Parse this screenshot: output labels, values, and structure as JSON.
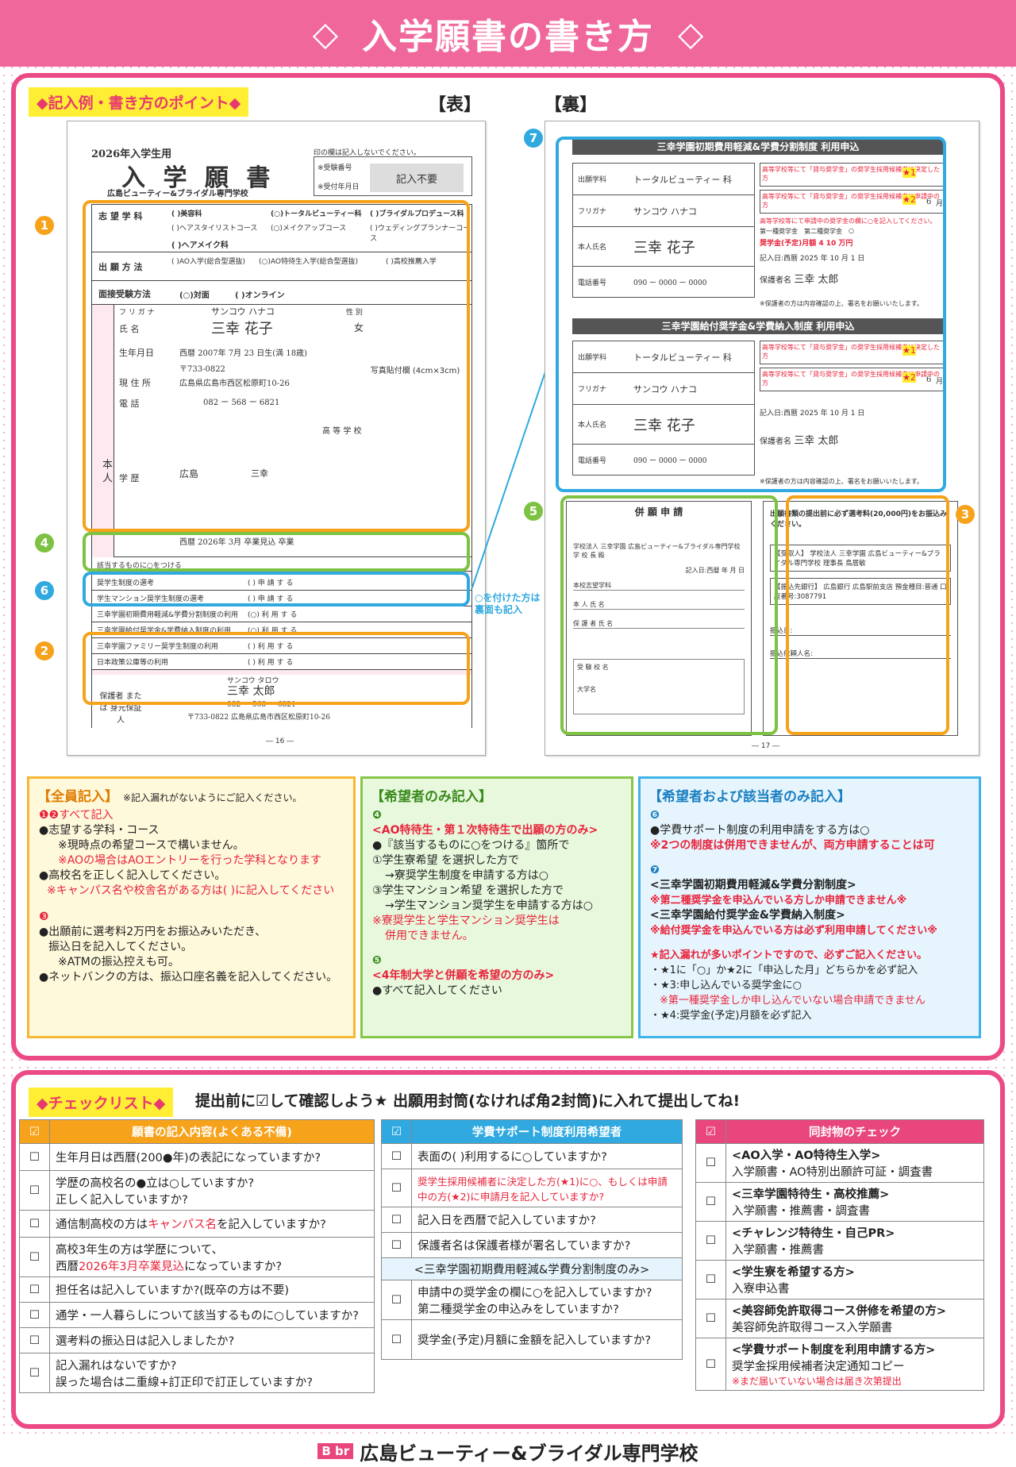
{
  "header": {
    "title": "入学願書の書き方",
    "left_mark": "◇",
    "right_mark": "◇"
  },
  "section1": {
    "tag": "◆記入例・書き方のポイント◆",
    "front_label": "【表】",
    "back_label": "【裏】"
  },
  "front_form": {
    "year_title": "2026年入学生用",
    "title": "入 学 願 書",
    "school": "広島ビューティー&ブライダル専門学校",
    "note_top": "印の欄は記入しないでください。",
    "exam_no": "※受験番号",
    "form_date": "※受付年月日",
    "no_need": "記入不要",
    "dept_label": "志 望 学 科",
    "dept1": "( )美容科",
    "dept2": "(○)トータルビューティー科",
    "dept3": "( )ブライダルプロデュース科",
    "course_a": "( )ヘアスタイリストコース",
    "course_b": "(○)メイクアップコース",
    "course_c": "( )ウェディングプランナーコース",
    "course_d": "( )ヘアメイク科",
    "apply_label": "出 願 方 法",
    "apply1": "( )AO入学(総合型選抜)",
    "apply2": "(○)AO特待生入学(総合型選抜)",
    "apply3": "( )高校推薦入学",
    "interview_label": "面接受験方法",
    "interview1": "(○)対面",
    "interview2": "( )オンライン",
    "kana_label": "フ リ ガ ナ",
    "kana": "サンコウ ハナコ",
    "gender_label": "性 別",
    "name_label": "氏 名",
    "name": "三幸 花子",
    "gender": "女",
    "birth_label": "生年月日",
    "birth": "西暦 2007年 7月 23 日生(満 18歳)",
    "addr_label": "現 住 所",
    "zip": "〒733-0822",
    "addr": "広島県広島市西区松原町10-26",
    "phone_label": "電 話",
    "phone": "082 ー 568 ー 6821",
    "photo": "写真貼付欄 (4cm×3cm)",
    "self_label": "本 人",
    "edu_label": "学 歴",
    "edu_pref": "広島",
    "edu_school": "三幸",
    "edu_type": "高 等 学 校",
    "grad": "西暦 2026年 3月 卒業見込 卒業",
    "select_row": "該当するものに○をつける",
    "s1": "奨学生制度の選考",
    "s1v": "( ) 申 請 す る",
    "s2": "学生マンション奨学生制度の選考",
    "s2v": "( ) 申 請 す る",
    "s3": "三幸学園初期費用軽減&学費分割制度の利用",
    "s3v": "(○) 利 用 す る",
    "s4": "三幸学園給付奨学金&学費納入制度の利用",
    "s4v": "(○) 利 用 す る",
    "s5": "三幸学園ファミリー奨学生制度の利用",
    "s5v": "( ) 利 用 す る",
    "s6": "日本政策公庫等の利用",
    "s6v": "( ) 利 用 す る",
    "g_label": "保護者 または 身元保証人",
    "g_name": "三幸 太郎",
    "g_kana": "サンコウ タロウ",
    "g_phone": "082 ー 568 ー 6821",
    "g_addr": "〒733-0822 広島県広島市西区松原町10-26",
    "page": "― 16 ―"
  },
  "back_form": {
    "t1": "三幸学園初期費用軽減&学費分割制度 利用申込",
    "dept_label": "出願学科",
    "dept": "トータルビューティー 科",
    "kana_label": "フリガナ",
    "kana": "サンコウ ハナコ",
    "name_label": "本人氏名",
    "name": "三幸 花子",
    "phone_label": "電話番号",
    "phone": "090 ー 0000 ー 0000",
    "scholar1": "高等学校等にて「貸与奨学金」の奨学生採用候補者に決定した方",
    "scholar2": "高等学校等にて「貸与奨学金」の奨学生採用候補者に申請中の方",
    "scholar3": "高等学校等にて申請中の奨学金の欄に○を記入してください。",
    "type1": "第一種奨学金",
    "type2": "第二種奨学金",
    "loan_amount": "奨学金(予定)月額 4 10 万円",
    "date": "記入日:西暦 2025 年 10 月 1 日",
    "g_label": "保護者名",
    "g_name": "三幸 太郎",
    "t2": "三幸学園給付奨学金&学費納入制度 利用申込",
    "note": "※保護者の方は内容確認の上、署名をお願いいたします。",
    "month": "6",
    "unit_month": "月",
    "unit": "科",
    "circle": "○",
    "date2": "記入日:西暦 2025 年 10 月 1 日",
    "heigan_title": "併 願 申 請",
    "heigan_school": "学校法人 三幸学園 広島ビューティー&ブライダル専門学校 学 校 長 殿",
    "heigan_date": "記入日:西暦 年 月 日",
    "heigan_1": "本校志望学科",
    "heigan_2": "本 人 氏 名",
    "heigan_3": "保 護 者 氏 名",
    "heigan_4": "大学名",
    "heigan_5": "受 験 校 名",
    "exam_fee_title": "出願書類の提出前に必ず選考料(20,000円)をお振込みください。",
    "exam_fee_1": "【受取人】 学校法人 三幸学園 広島ビューティー&ブライダル専門学校 理事長 鳥居敏",
    "exam_fee_2": "【振込先銀行】 広島銀行 広島駅前支店 預金種目:普通 口座番号:3087791",
    "exam_fee_3": "振込日:",
    "exam_fee_4": "振込依頼人名:",
    "page": "― 17 ―"
  },
  "callout": "○を付けた方は 裏面も記入",
  "markers": {
    "m1": "1",
    "m2": "2",
    "m3": "3",
    "m4": "4",
    "m5": "5",
    "m6": "6",
    "m7": "7"
  },
  "box1": {
    "head": "【全員記入】",
    "head_note": "※記入漏れがないようにご記入ください。",
    "sub": "❶❷すべて記入",
    "l1": "●志望する学科・コース",
    "l2": "※現時点の希望コースで構いません。",
    "l3": "※AOの場合はAOエントリーを行った学科となります",
    "l4": "●高校名を正しく記入してください。",
    "l5": "※キャンパス名や校舎名がある方は( )に記入してください",
    "n3": "❸",
    "l6": "●出願前に選考料2万円をお振込みいただき、",
    "l7": "振込日を記入してください。",
    "l8": "※ATMの振込控えも可。",
    "l9": "●ネットバンクの方は、振込口座名義を記入してください。"
  },
  "box2": {
    "head": "【希望者のみ記入】",
    "n4": "❹",
    "l1": "<AO特待生・第１次特待生で出願の方のみ>",
    "l2": "●『該当するものに○をつける』箇所で",
    "l3": "①学生寮希望 を選択した方で",
    "l4": "→寮奨学生制度を申請する方は○",
    "l5": "③学生マンション希望 を選択した方で",
    "l6": "→学生マンション奨学生を申請する方は○",
    "l7": "※寮奨学生と学生マンション奨学生は",
    "l8": "併用できません。",
    "n5": "❺",
    "l9": "<4年制大学と併願を希望の方のみ>",
    "l10": "●すべて記入してください"
  },
  "box3": {
    "head": "【希望者および該当者のみ記入】",
    "n6": "❻",
    "l1": "●学費サポート制度の利用申請をする方は○",
    "l2": "※2つの制度は併用できませんが、両方申請することは可",
    "n7": "❼",
    "l3": "<三幸学園初期費用軽減&学費分割制度>",
    "l4": "※第二種奨学金を申込んでいる方しか申請できません※",
    "l5": "<三幸学園給付奨学金&学費納入制度>",
    "l6": "※給付奨学金を申込んでいる方は必ず利用申請してください※",
    "l7": "★記入漏れが多いポイントですので、必ずご記入ください。",
    "l8a": "・★1に「○」か★2に「申込した月」どちらかを必ず記入",
    "l9": "・★3:申し込んでいる奨学金に○",
    "l10": "※第一種奨学金しか申し込んでいない場合申請できません",
    "l11": "・★4:奨学金(予定)月額を必ず記入"
  },
  "section2": {
    "tag": "◆チェックリスト◆",
    "headline": "提出前に☑して確認しよう★ 出願用封筒(なければ角2封筒)に入れて提出してね!"
  },
  "checklist": {
    "box": "☐",
    "check_head": "☑",
    "t1_head": "願書の記入内容(よくある不備)",
    "t1_rows": [
      "生年月日は西暦(200●年)の表記になっていますか?",
      "学歴の高校名の●立は○していますか?",
      "正しく記入していますか?",
      "通信制高校の方は",
      "キャンパス名",
      "を記入していますか?",
      "高校3年生の方は学歴について、",
      "西暦",
      "2026年3月卒業見込",
      "になっていますか?",
      "担任名は記入していますか?(既卒の方は不要)",
      "通学・一人暮らしについて該当するものに○していますか?",
      "選考料の振込日は記入しましたか?",
      "記入漏れはないですか?",
      "誤った場合は二重線+訂正印で訂正していますか?"
    ],
    "t2_head": "学費サポート制度利用希望者",
    "t2_rows": [
      "表面の( )利用するに○していますか?",
      "奨学生採用候補者に決定した方(★1)に○、もしくは申請中の方(★2)に申請月を記入していますか?",
      "記入日を西暦で記入していますか?",
      "保護者名は保護者様が署名していますか?",
      "<三幸学園初期費用軽減&学費分割制度のみ>",
      "申請中の奨学金の欄に○を記入していますか?",
      "第二種奨学金の申込みをしていますか?",
      "奨学金(予定)月額に金額を記入していますか?"
    ],
    "t3_head": "同封物のチェック",
    "t3_rows": [
      [
        "<AO入学・AO特待生入学>",
        "入学願書・AO特別出願許可証・調査書"
      ],
      [
        "<三幸学園特待生・高校推薦>",
        "入学願書・推薦書・調査書"
      ],
      [
        "<チャレンジ特待生・自己PR>",
        "入学願書・推薦書"
      ],
      [
        "<学生寮を希望する方>",
        "入寮申込書"
      ],
      [
        "<美容師免許取得コース併修を希望の方>",
        "美容師免許取得コース入学願書"
      ],
      [
        "<学費サポート制度を利用申請する方>",
        "奨学金採用候補者決定通知コピー",
        "※まだ届いていない場合は届き次第提出"
      ]
    ]
  },
  "footer": {
    "logo": "B br",
    "school": "広島ビューティー&ブライダル専門学校"
  },
  "colors": {
    "pink": "#f0689b",
    "orange": "#f7a21b",
    "green": "#7dc242",
    "blue": "#2fa9df",
    "yellow": "#ffee33"
  }
}
